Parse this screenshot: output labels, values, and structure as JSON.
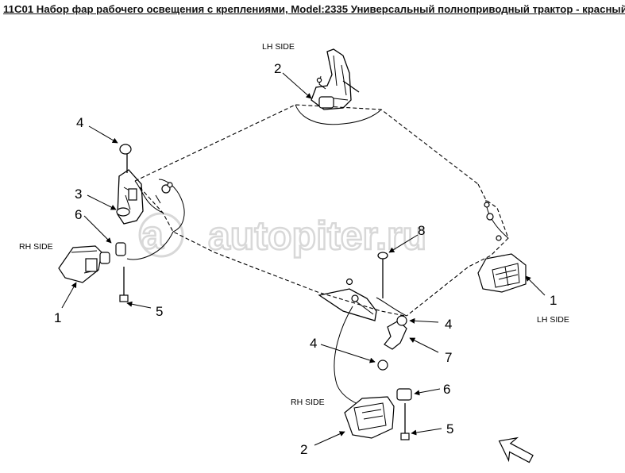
{
  "header": {
    "title": "11C01 Набор фар рабочего освещения с креплениями, Model:2335 Универсальный полноприводный трактор - красный"
  },
  "watermark": {
    "text": "autopiter.ru"
  },
  "side_labels": {
    "lh_top": "LH SIDE",
    "rh_left": "RH SIDE",
    "lh_right": "LH SIDE",
    "rh_bottom": "RH SIDE"
  },
  "callouts": {
    "c_2_top": "2",
    "c_4_left": "4",
    "c_3_left": "3",
    "c_6_left": "6",
    "c_1_left": "1",
    "c_5_left": "5",
    "c_8": "8",
    "c_1_right": "1",
    "c_4_mid": "4",
    "c_4_low": "4",
    "c_7": "7",
    "c_6_bottom": "6",
    "c_5_bottom": "5",
    "c_2_bottom": "2"
  },
  "icons": {
    "direction": "front-direction-arrow-icon"
  }
}
